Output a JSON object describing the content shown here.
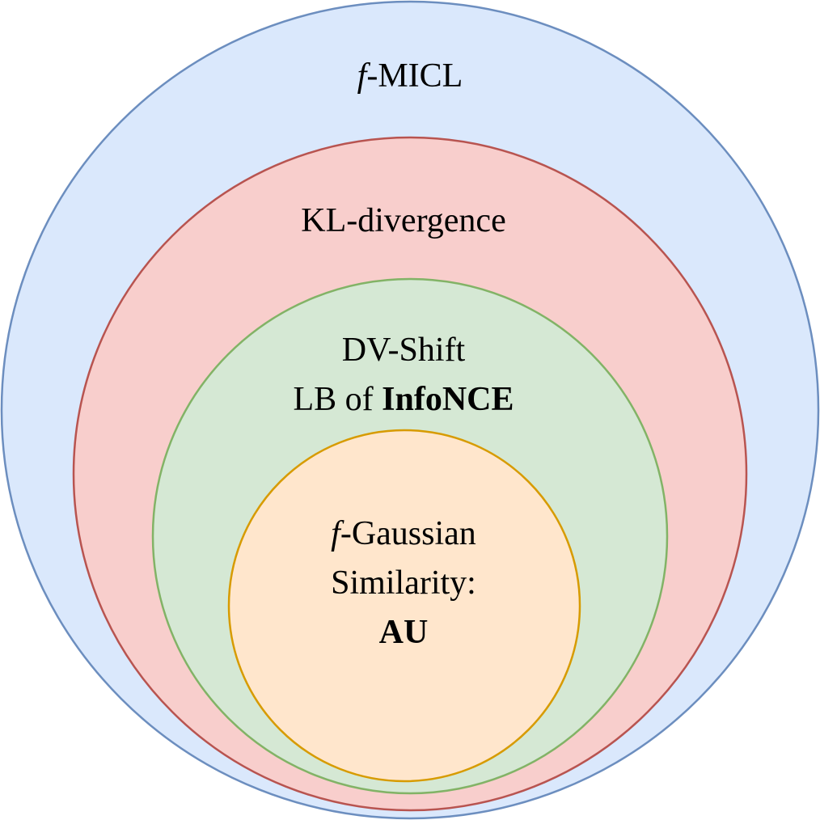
{
  "diagram": {
    "outer": {
      "prefix": "f",
      "suffix": "-MICL",
      "fill": "#dae8fc",
      "stroke": "#6c8ebf"
    },
    "second": {
      "label": "KL-divergence",
      "fill": "#f8cecc",
      "stroke": "#b85450"
    },
    "third": {
      "line1": "DV-Shift",
      "line2_prefix": "LB of ",
      "line2_bold": "InfoNCE",
      "fill": "#d5e8d4",
      "stroke": "#82b366"
    },
    "inner": {
      "line1_prefix": "f",
      "line1_suffix": "-Gaussian",
      "line2": "Similarity:",
      "line3": "AU",
      "fill": "#ffe6cc",
      "stroke": "#d79b00"
    }
  }
}
